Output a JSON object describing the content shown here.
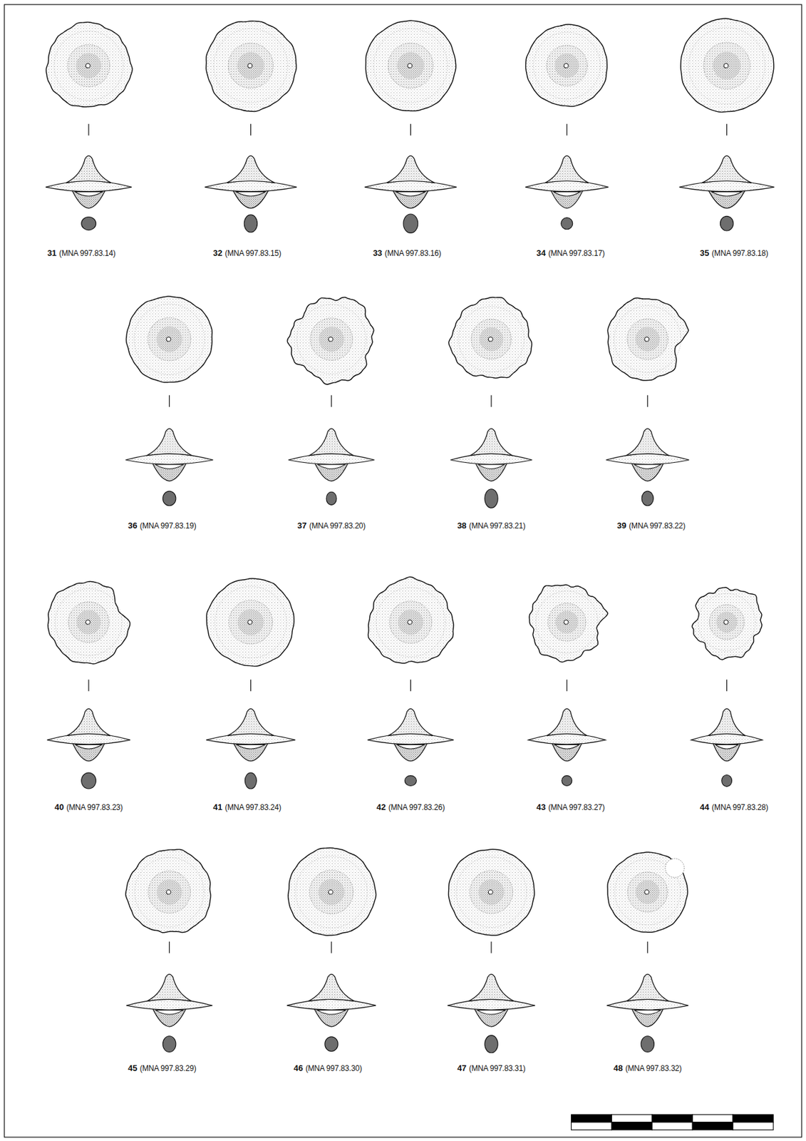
{
  "diagram": {
    "labels": [
      "31",
      "(MNA 997.83.14)",
      "32",
      "(MNA 997.83.15)",
      "33",
      "(MNA 997.83.16)",
      "34",
      "(MNA 997.83.17)",
      "35",
      "(MNA 997.83.18)",
      "36",
      "(MNA 997.83.19)",
      "37",
      "(MNA 997.83.20)",
      "38",
      "(MNA 997.83.21)",
      "39",
      "(MNA 997.83.22)",
      "40",
      "(MNA 997.83.23)",
      "41",
      "(MNA 997.83.24)",
      "42",
      "(MNA 997.83.26)",
      "43",
      "(MNA 997.83.27)",
      "44",
      "(MNA 997.83.28)",
      "45",
      "(MNA 997.83.29)",
      "46",
      "(MNA 997.83.30)",
      "47",
      "(MNA 997.83.31)",
      "48",
      "(MNA 997.83.32)"
    ]
  }
}
